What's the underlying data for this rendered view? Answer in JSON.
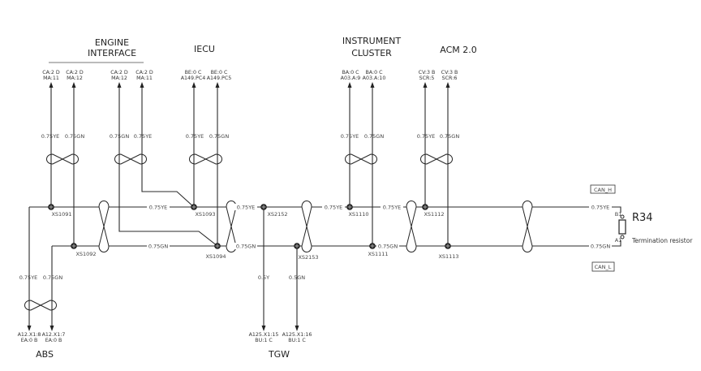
{
  "modules": {
    "engine": {
      "title1": "ENGINE",
      "title2": "INTERFACE",
      "pins": [
        [
          "CA:2 D",
          "MA:11"
        ],
        [
          "CA:2 D",
          "MA:12"
        ],
        [
          "CA:2 D",
          "MA:12"
        ],
        [
          "CA:2 D",
          "MA:11"
        ]
      ],
      "wires": [
        "0.75YE",
        "0.75GN",
        "0.75GN",
        "0.75YE"
      ]
    },
    "iecu": {
      "title": "IECU",
      "pins": [
        [
          "BE:0 C",
          "A149.PC4"
        ],
        [
          "BE:0 C",
          "A149.PC5"
        ]
      ],
      "wires": [
        "0.75YE",
        "0.75GN"
      ]
    },
    "cluster": {
      "title1": "INSTRUMENT",
      "title2": "CLUSTER",
      "pins": [
        [
          "BA:0 C",
          "A03.A:9"
        ],
        [
          "BA:0 C",
          "A03.A:10"
        ]
      ],
      "wires": [
        "0.75YE",
        "0.75GN"
      ]
    },
    "acm": {
      "title": "ACM 2.0",
      "pins": [
        [
          "CV:3 B",
          "SCR:5"
        ],
        [
          "CV:3 B",
          "SCR:6"
        ]
      ],
      "wires": [
        "0.75YE",
        "0.75GN"
      ]
    },
    "abs": {
      "title": "ABS",
      "pins": [
        [
          "A12.X1:8",
          "EA:0 B"
        ],
        [
          "A12.X1:7",
          "EA:0 B"
        ]
      ],
      "wires": [
        "0.75YE",
        "0.75GN"
      ]
    },
    "tgw": {
      "title": "TGW",
      "pins": [
        [
          "A125.X1:15",
          "BU:1 C"
        ],
        [
          "A125.X1:16",
          "BU:1 C"
        ]
      ],
      "wires": [
        "0.5Y",
        "0.5GN"
      ]
    }
  },
  "splices": [
    "XS1091",
    "XS1092",
    "XS1093",
    "XS1094",
    "XS2152",
    "XS2153",
    "XS1110",
    "XS1111",
    "XS1112",
    "XS1113"
  ],
  "bus_labels": {
    "ye": "0.75YE",
    "gn": "0.75GN"
  },
  "can_h": "CAN_H",
  "can_l": "CAN_L",
  "resistor": {
    "id": "R34",
    "desc": "Termination resistor",
    "pin_b": "B1",
    "pin_a": "A1"
  }
}
